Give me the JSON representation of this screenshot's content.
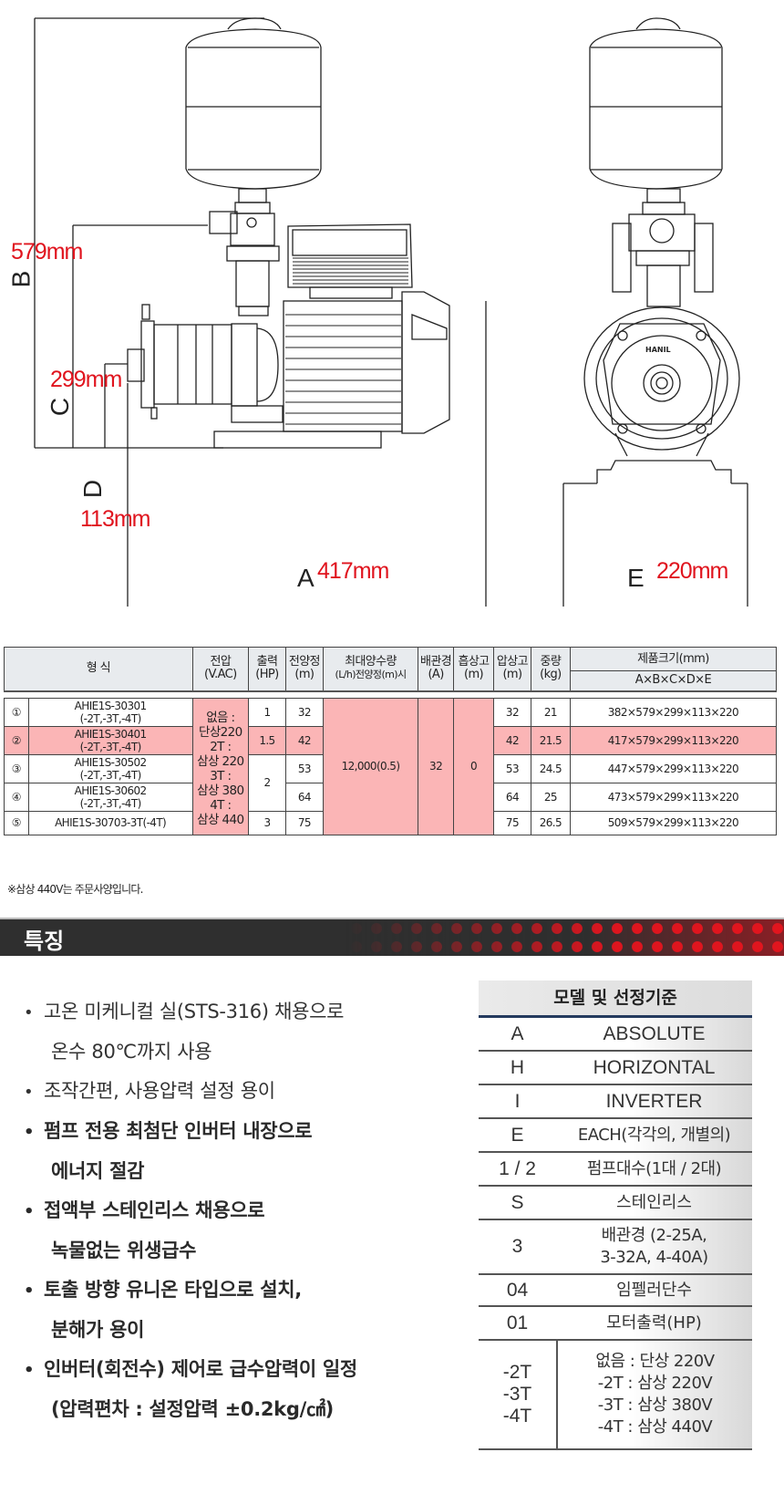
{
  "diagram": {
    "side_view": {
      "dim_B_label": "B",
      "dim_B_value": "579mm",
      "dim_C_label": "C",
      "dim_C_value": "299mm",
      "dim_D_label": "D",
      "dim_D_value": "113mm",
      "dim_A_label": "A",
      "dim_A_value": "417mm"
    },
    "front_view": {
      "brand_plate": "HANIL",
      "dim_E_label": "E",
      "dim_E_value": "220mm"
    }
  },
  "spec_table": {
    "headers": {
      "model": "형 식",
      "voltage": "전압",
      "voltage_unit": "(V.AC)",
      "output": "출력",
      "output_unit": "(HP)",
      "total_head": "전양정",
      "total_head_unit": "(m)",
      "max_flow": "최대양수량",
      "max_flow_unit": "(L/h)전양정(m)시",
      "pipe": "배관경",
      "pipe_unit": "(A)",
      "suction": "흡상고",
      "suction_unit": "(m)",
      "discharge": "압상고",
      "discharge_unit": "(m)",
      "weight": "중량",
      "weight_unit": "(kg)",
      "size": "제품크기(mm)",
      "size_sub": "A×B×C×D×E"
    },
    "voltage_merged": [
      "없음 :",
      "단상220",
      "2T :",
      "삼상 220",
      "3T :",
      "삼상 380",
      "4T :",
      "삼상 440"
    ],
    "max_flow_merged": "12,000(0.5)",
    "pipe_merged": "32",
    "suction_merged": "0",
    "rows": [
      {
        "no": "①",
        "model_line1": "AHIE1S-30301",
        "model_line2": "(-2T,-3T,-4T)",
        "hp": "1",
        "head": "32",
        "discharge": "32",
        "weight": "21",
        "size": "382×579×299×113×220",
        "highlight": false
      },
      {
        "no": "②",
        "model_line1": "AHIE1S-30401",
        "model_line2": "(-2T,-3T,-4T)",
        "hp": "1.5",
        "head": "42",
        "discharge": "42",
        "weight": "21.5",
        "size": "417×579×299×113×220",
        "highlight": true
      },
      {
        "no": "③",
        "model_line1": "AHIE1S-30502",
        "model_line2": "(-2T,-3T,-4T)",
        "hp": "2",
        "head": "53",
        "discharge": "53",
        "weight": "24.5",
        "size": "447×579×299×113×220",
        "highlight": false
      },
      {
        "no": "④",
        "model_line1": "AHIE1S-30602",
        "model_line2": "(-2T,-3T,-4T)",
        "hp": "2",
        "head": "64",
        "discharge": "64",
        "weight": "25",
        "size": "473×579×299×113×220",
        "highlight": false
      },
      {
        "no": "⑤",
        "model_line1": "AHIE1S-30703-3T(-4T)",
        "model_line2": "",
        "hp": "3",
        "head": "75",
        "discharge": "75",
        "weight": "26.5",
        "size": "509×579×299×113×220",
        "highlight": false
      }
    ],
    "footnote": "※삼상 440V는 주문사양입니다."
  },
  "features_section": {
    "title": "특징",
    "items": [
      {
        "line1": "고온 미케니컬 실(STS-316) 채용으로",
        "line2": "온수 80℃까지 사용",
        "bold": false
      },
      {
        "line1": "조작간편, 사용압력 설정 용이",
        "line2": "",
        "bold": false
      },
      {
        "line1": "펌프 전용 최첨단 인버터 내장으로",
        "line2": "에너지 절감",
        "bold": true
      },
      {
        "line1": "접액부 스테인리스 채용으로",
        "line2": "녹물없는 위생급수",
        "bold": true
      },
      {
        "line1": "토출 방향 유니온 타입으로 설치,",
        "line2": "분해가 용이",
        "bold": true
      },
      {
        "line1": "인버터(회전수) 제어로 급수압력이 일정",
        "line2": "(압력편차 : 설정압력 ±0.2kg/㎠)",
        "bold": true
      }
    ]
  },
  "model_table": {
    "title": "모델 및 선정기준",
    "rows": [
      {
        "key": "A",
        "value": "ABSOLUTE"
      },
      {
        "key": "H",
        "value": "HORIZONTAL"
      },
      {
        "key": "I",
        "value": "INVERTER"
      },
      {
        "key": "E",
        "value": "EACH(각각의, 개별의)"
      },
      {
        "key": "1 / 2",
        "value": "펌프대수(1대 / 2대)"
      },
      {
        "key": "S",
        "value": "스테인리스"
      },
      {
        "key": "3",
        "value": "배관경 (2-25A,",
        "value2": "3-32A, 4-40A)"
      },
      {
        "key": "04",
        "value": "임펠러단수"
      },
      {
        "key": "01",
        "value": "모터출력(HP)"
      }
    ],
    "last_row": {
      "keys": [
        "-2T",
        "-3T",
        "-4T"
      ],
      "values": [
        "없음 : 단상 220V",
        "-2T : 삼상 220V",
        "-3T : 삼상 380V",
        "-4T : 삼상 440V"
      ]
    }
  },
  "colors": {
    "dimension_red": "#e0141e",
    "table_highlight_pink": "#fbb5b6",
    "table_header_gray": "#e8ebee",
    "banner_dark": "#2f2f2f",
    "model_table_rule_navy": "#243a5e"
  }
}
